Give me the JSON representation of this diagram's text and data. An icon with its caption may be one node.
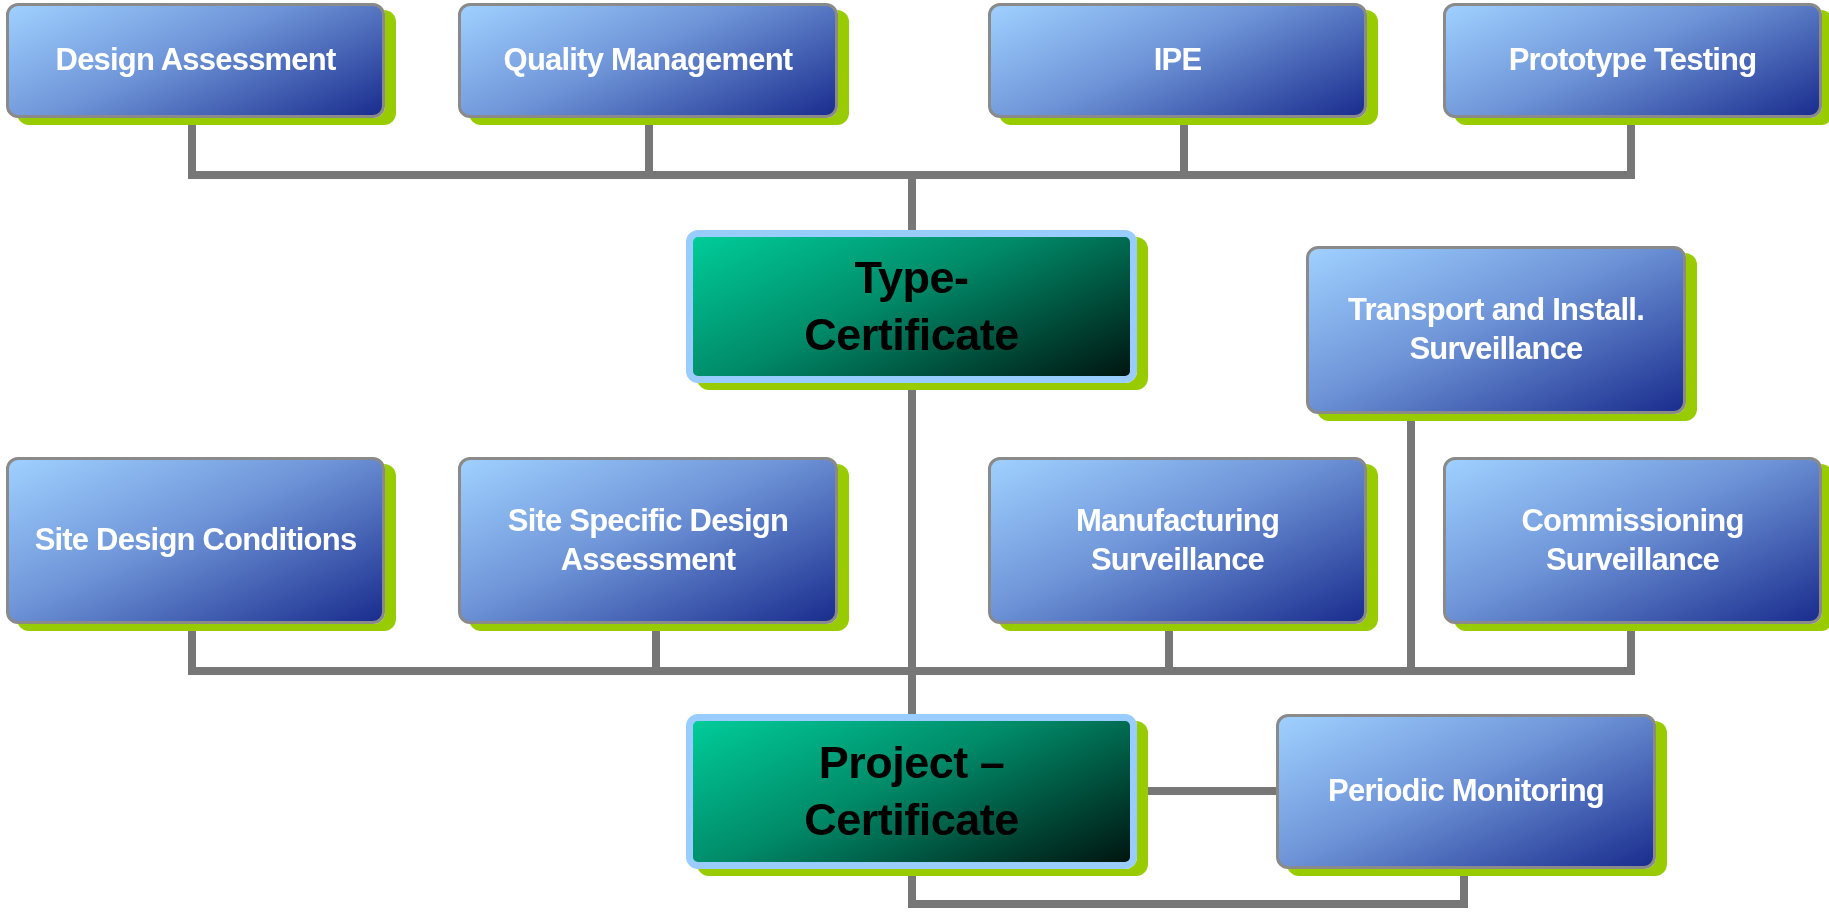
{
  "diagram": {
    "nodes": [
      {
        "text": [
          "Design Assessment"
        ]
      },
      {
        "text": [
          "Quality Management"
        ]
      },
      {
        "text": [
          "IPE"
        ]
      },
      {
        "text": [
          "Prototype Testing"
        ]
      },
      {
        "text": [
          "Type- Certificate"
        ]
      },
      {
        "text": [
          "Transport and Install. Surveillance"
        ]
      },
      {
        "text": [
          "Site Design Conditions"
        ]
      },
      {
        "text": [
          "Site Specific Design Assessment"
        ]
      },
      {
        "text": [
          "Manufacturing Surveillance"
        ]
      },
      {
        "text": [
          "Commissioning Surveillance"
        ]
      },
      {
        "text": [
          "Project – Certificate"
        ]
      },
      {
        "text": [
          "Periodic Monitoring"
        ]
      }
    ],
    "edges": [
      {
        "from": 0,
        "to": 4,
        "arrow": "none"
      },
      {
        "from": 1,
        "to": 4,
        "arrow": "none"
      },
      {
        "from": 2,
        "to": 4,
        "arrow": "none"
      },
      {
        "from": 3,
        "to": 4,
        "arrow": "none"
      },
      {
        "from": 4,
        "to": 10,
        "arrow": "none"
      },
      {
        "from": 6,
        "to": 10,
        "arrow": "none"
      },
      {
        "from": 7,
        "to": 10,
        "arrow": "none"
      },
      {
        "from": 8,
        "to": 10,
        "arrow": "none"
      },
      {
        "from": 5,
        "to": 10,
        "arrow": "none"
      },
      {
        "from": 9,
        "to": 10,
        "arrow": "none"
      },
      {
        "from": 10,
        "to": 11,
        "arrow": "none"
      },
      {
        "from": 10,
        "to": 11,
        "arrow": "none"
      }
    ]
  }
}
